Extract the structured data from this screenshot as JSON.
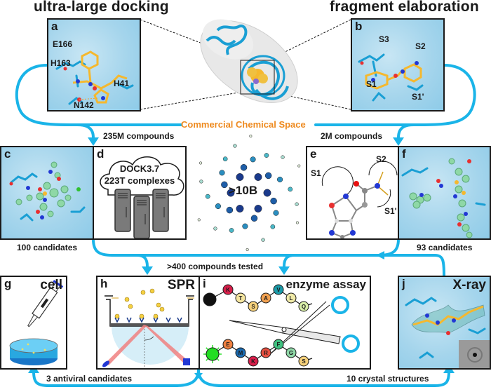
{
  "headers": {
    "left": "ultra-large docking",
    "right": "fragment elaboration"
  },
  "center_label": "Commercial Chemical Space",
  "flow_labels": {
    "left_input": "235M compounds",
    "right_input": "2M compounds",
    "c_output": "100 candidates",
    "f_output": "93 candidates",
    "tested": ">400 compounds tested",
    "antiviral": "3 antiviral candidates",
    "crystal": "10 crystal structures"
  },
  "panels": {
    "a": {
      "letter": "a",
      "residues": [
        "E166",
        "H163",
        "H41",
        "N142"
      ]
    },
    "b": {
      "letter": "b",
      "pockets": [
        "S3",
        "S2",
        "S1",
        "S1'"
      ]
    },
    "c": {
      "letter": "c"
    },
    "d": {
      "letter": "d",
      "line1": "DOCK3.7",
      "line2": "223T complexes"
    },
    "spiral": {
      "label": ">10B"
    },
    "e": {
      "letter": "e",
      "pockets": [
        "S1",
        "S2",
        "S1'"
      ]
    },
    "f": {
      "letter": "f"
    },
    "g": {
      "letter": "g",
      "title": "cell"
    },
    "h": {
      "letter": "h",
      "title": "SPR"
    },
    "i": {
      "letter": "i",
      "title": "enzyme assay",
      "top_chain": [
        "K",
        "T",
        "S",
        "A",
        "V",
        "L",
        "Q"
      ],
      "bottom_chain": [
        "E",
        "M",
        "K",
        "R",
        "F",
        "G",
        "S"
      ]
    },
    "j": {
      "letter": "j",
      "title": "X-ray"
    }
  },
  "colors": {
    "flow_arrow": "#1ab4e8",
    "accent_orange": "#ee8a1f",
    "ligand_yellow": "#f5b82e",
    "ligand_green": "#8ed8a6",
    "protein_blue": "#1a9fd4"
  }
}
